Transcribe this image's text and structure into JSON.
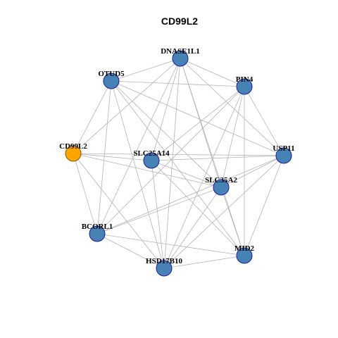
{
  "title": "CD99L2",
  "colors": {
    "default_node": "#4682B4",
    "default_node_border": "#1a1aaa",
    "highlight_node": "#FFA500",
    "highlight_node_border": "#7a5a1a",
    "edge": "#b4b4b4"
  },
  "nodes": [
    {
      "id": "DNASE1L1",
      "label": "DNASE1L1",
      "highlight": false
    },
    {
      "id": "OTUD5",
      "label": "OTUD5",
      "highlight": false
    },
    {
      "id": "PIN4",
      "label": "PIN4",
      "highlight": false
    },
    {
      "id": "CD99L2",
      "label": "CD99L2",
      "highlight": true
    },
    {
      "id": "SLC25A14",
      "label": "SLC25A14",
      "highlight": false
    },
    {
      "id": "USP11",
      "label": "USP11",
      "highlight": false
    },
    {
      "id": "SLC35A2",
      "label": "SLC35A2",
      "highlight": false
    },
    {
      "id": "BCORL1",
      "label": "BCORL1",
      "highlight": false
    },
    {
      "id": "MID2",
      "label": "MID2",
      "highlight": false
    },
    {
      "id": "HSD17B10",
      "label": "HSD17B10",
      "highlight": false
    }
  ],
  "edges": [
    [
      "OTUD5",
      "DNASE1L1"
    ],
    [
      "OTUD5",
      "PIN4"
    ],
    [
      "OTUD5",
      "CD99L2"
    ],
    [
      "OTUD5",
      "USP11"
    ],
    [
      "OTUD5",
      "SLC35A2"
    ],
    [
      "OTUD5",
      "BCORL1"
    ],
    [
      "OTUD5",
      "MID2"
    ],
    [
      "OTUD5",
      "HSD17B10"
    ],
    [
      "DNASE1L1",
      "PIN4"
    ],
    [
      "DNASE1L1",
      "CD99L2"
    ],
    [
      "DNASE1L1",
      "SLC25A14"
    ],
    [
      "DNASE1L1",
      "USP11"
    ],
    [
      "DNASE1L1",
      "SLC35A2"
    ],
    [
      "DNASE1L1",
      "BCORL1"
    ],
    [
      "DNASE1L1",
      "MID2"
    ],
    [
      "DNASE1L1",
      "HSD17B10"
    ],
    [
      "PIN4",
      "SLC25A14"
    ],
    [
      "PIN4",
      "USP11"
    ],
    [
      "PIN4",
      "SLC35A2"
    ],
    [
      "PIN4",
      "BCORL1"
    ],
    [
      "PIN4",
      "MID2"
    ],
    [
      "PIN4",
      "HSD17B10"
    ],
    [
      "CD99L2",
      "SLC25A14"
    ],
    [
      "CD99L2",
      "USP11"
    ],
    [
      "CD99L2",
      "SLC35A2"
    ],
    [
      "CD99L2",
      "BCORL1"
    ],
    [
      "CD99L2",
      "HSD17B10"
    ],
    [
      "SLC25A14",
      "USP11"
    ],
    [
      "SLC25A14",
      "SLC35A2"
    ],
    [
      "SLC25A14",
      "MID2"
    ],
    [
      "SLC25A14",
      "HSD17B10"
    ],
    [
      "USP11",
      "SLC35A2"
    ],
    [
      "USP11",
      "BCORL1"
    ],
    [
      "USP11",
      "MID2"
    ],
    [
      "USP11",
      "HSD17B10"
    ],
    [
      "SLC35A2",
      "BCORL1"
    ],
    [
      "SLC35A2",
      "MID2"
    ],
    [
      "SLC35A2",
      "HSD17B10"
    ],
    [
      "BCORL1",
      "MID2"
    ],
    [
      "BCORL1",
      "HSD17B10"
    ],
    [
      "MID2",
      "HSD17B10"
    ]
  ]
}
